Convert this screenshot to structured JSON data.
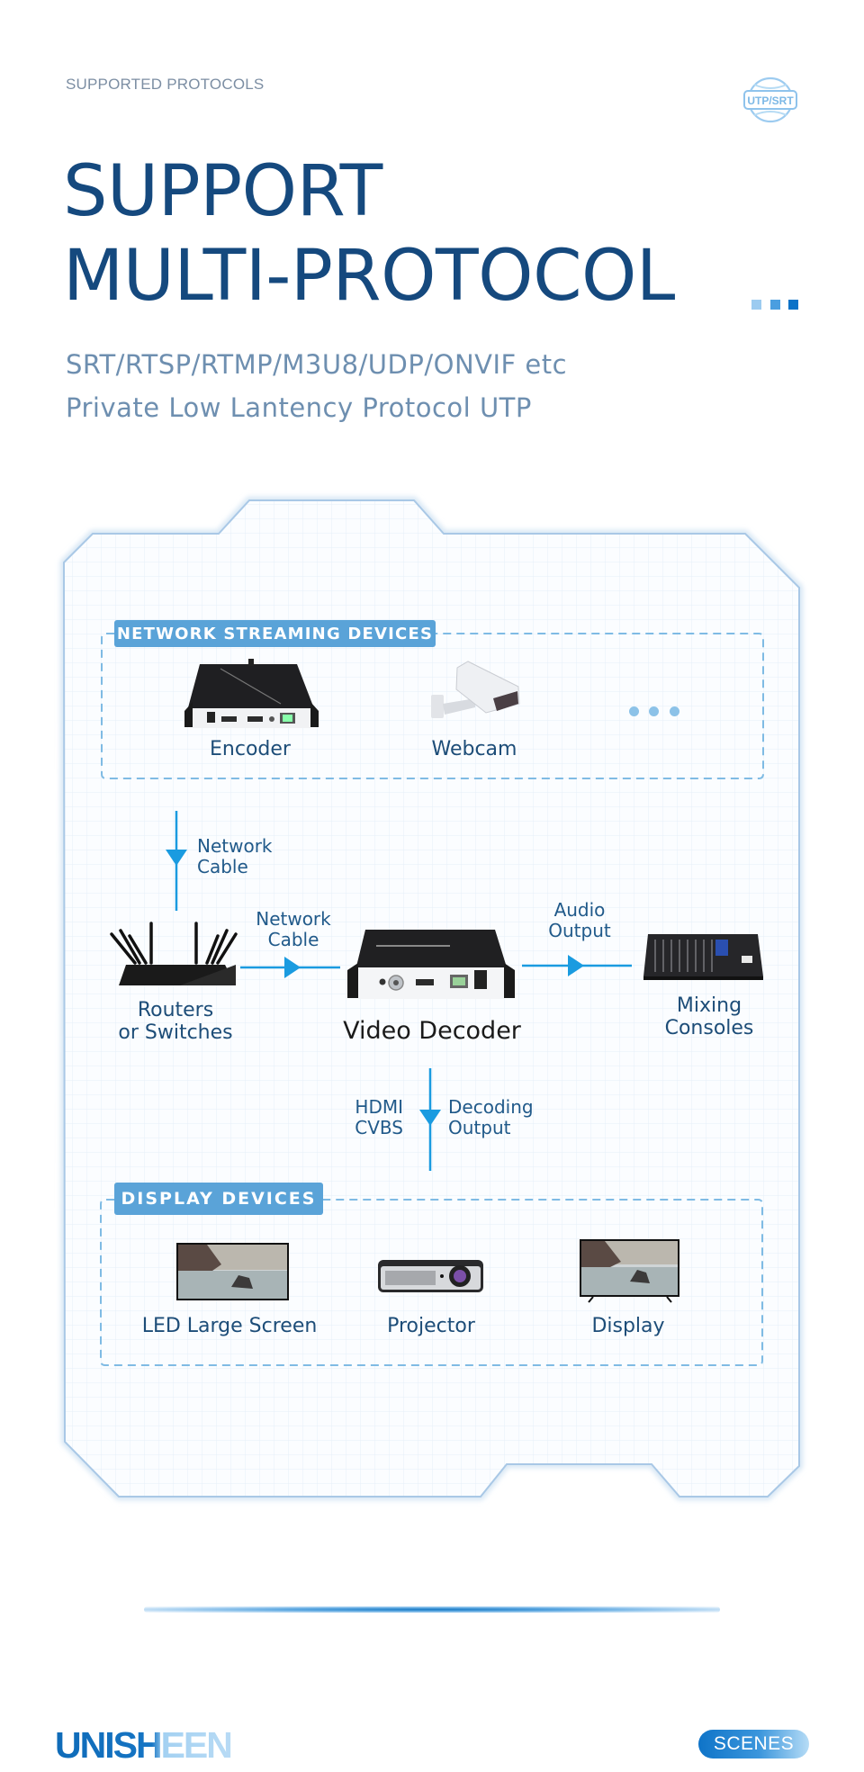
{
  "header": {
    "eyebrow": "SUPPORTED PROTOCOLS",
    "badge_icon": "globe-protocol-icon",
    "badge_text": "UTP/SRT",
    "title_line1": "SUPPORT",
    "title_line2": "MULTI-PROTOCOL",
    "decor_squares": [
      "#9ccbf0",
      "#4a9ee0",
      "#0a72c8"
    ],
    "subtitle_line1": "SRT/RTSP/RTMP/M3U8/UDP/ONVIF etc",
    "subtitle_line2": "Private Low Lantency Protocol UTP"
  },
  "diagram": {
    "streaming_group": {
      "title": "NETWORK STREAMING DEVICES",
      "devices": [
        {
          "label": "Encoder",
          "icon": "encoder-device-icon"
        },
        {
          "label": "Webcam",
          "icon": "webcam-icon"
        },
        {
          "label": "",
          "icon": "more-dots-icon"
        }
      ]
    },
    "links": {
      "to_router": {
        "line1": "Network",
        "line2": "Cable"
      },
      "router_to_decoder": {
        "line1": "Network",
        "line2": "Cable"
      },
      "decoder_to_mixer": {
        "line1": "Audio",
        "line2": "Output"
      },
      "decoder_to_display_left": {
        "line1": "HDMI",
        "line2": "CVBS"
      },
      "decoder_to_display_right": {
        "line1": "Decoding",
        "line2": "Output"
      }
    },
    "router": {
      "line1": "Routers",
      "line2": "or Switches",
      "icon": "router-icon"
    },
    "decoder": {
      "label": "Video Decoder",
      "icon": "video-decoder-icon"
    },
    "mixer": {
      "line1": "Mixing",
      "line2": "Consoles",
      "icon": "mixing-console-icon"
    },
    "display_group": {
      "title": "DISPLAY DEVICES",
      "devices": [
        {
          "label": "LED Large Screen",
          "icon": "led-screen-icon"
        },
        {
          "label": "Projector",
          "icon": "projector-icon"
        },
        {
          "label": "Display",
          "icon": "tv-display-icon"
        }
      ]
    },
    "colors": {
      "accent": "#1a9be0",
      "chip": "#5aa3d8",
      "frame": "#a9c8e6",
      "text": "#1d4d78"
    }
  },
  "footer": {
    "logo": "UNISHEEN",
    "tag": "SCENES"
  }
}
